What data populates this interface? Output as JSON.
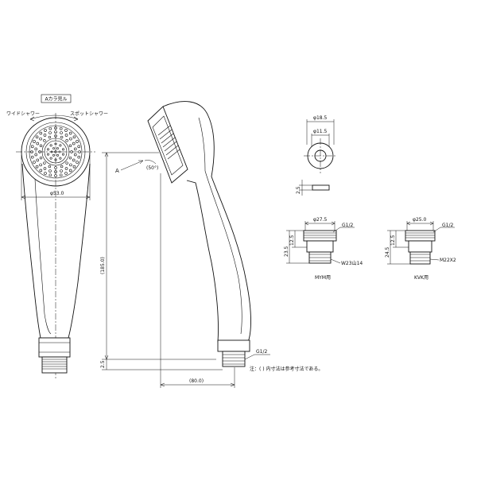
{
  "front_view": {
    "view_label": "Aカラ見ル",
    "wide_shower_label": "ワイドシャワー",
    "spot_shower_label": "スポットシャワー",
    "diameter_dim": "φ53.0"
  },
  "side_view": {
    "arrow_label": "A",
    "angle_dim": "(50°)",
    "height_dim": "(185.0)",
    "base_dim": "2.5",
    "thread_label": "G1/2",
    "width_dim": "(80.0)"
  },
  "note": "注：( ) 内寸法は参考寸法である。",
  "washer": {
    "outer_dim": "φ18.5",
    "inner_dim": "φ11.5",
    "thickness_dim": "2.5"
  },
  "adapter_mym": {
    "diameter_dim": "φ27.5",
    "thread_label": "G1/2",
    "h1_dim": "12.5",
    "h2_dim": "23.5",
    "bottom_thread_label": "W23山14",
    "caption": "MYM用"
  },
  "adapter_kvk": {
    "diameter_dim": "φ25.0",
    "thread_label": "G1/2",
    "h1_dim": "12.5",
    "h2_dim": "24.5",
    "bottom_thread_label": "M22X2",
    "caption": "KVK用"
  }
}
